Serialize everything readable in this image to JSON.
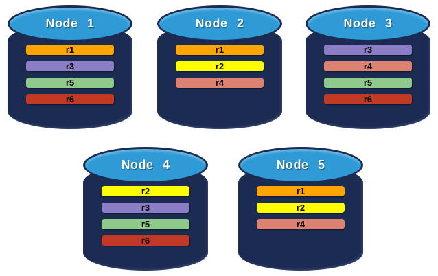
{
  "diagram": {
    "description": "Five database node cylinders showing replicated record placement",
    "colors": {
      "background": "#ffffff",
      "cylinder_body": "#1C2B51",
      "cylinder_top": "#2E9AD6",
      "node_label_text": "#ffffff",
      "record_label_text": "#000000",
      "record_r1": "#FFA500",
      "record_r2": "#FEFE00",
      "record_r3": "#8C7EC6",
      "record_r4": "#DD8170",
      "record_r5": "#8FC98C",
      "record_r6": "#C23A25"
    },
    "nodes": [
      {
        "label": "Node 1",
        "records": [
          {
            "label": "r1",
            "color": "#FFA500"
          },
          {
            "label": "r3",
            "color": "#8C7EC6"
          },
          {
            "label": "r5",
            "color": "#8FC98C"
          },
          {
            "label": "r6",
            "color": "#C23A25"
          }
        ]
      },
      {
        "label": "Node 2",
        "records": [
          {
            "label": "r1",
            "color": "#FFA500"
          },
          {
            "label": "r2",
            "color": "#FEFE00"
          },
          {
            "label": "r4",
            "color": "#DD8170"
          }
        ]
      },
      {
        "label": "Node 3",
        "records": [
          {
            "label": "r3",
            "color": "#8C7EC6"
          },
          {
            "label": "r4",
            "color": "#DD8170"
          },
          {
            "label": "r5",
            "color": "#8FC98C"
          },
          {
            "label": "r6",
            "color": "#C23A25"
          }
        ]
      },
      {
        "label": "Node 4",
        "records": [
          {
            "label": "r2",
            "color": "#FEFE00"
          },
          {
            "label": "r3",
            "color": "#8C7EC6"
          },
          {
            "label": "r5",
            "color": "#8FC98C"
          },
          {
            "label": "r6",
            "color": "#C23A25"
          }
        ]
      },
      {
        "label": "Node 5",
        "records": [
          {
            "label": "r1",
            "color": "#FFA500"
          },
          {
            "label": "r2",
            "color": "#FEFE00"
          },
          {
            "label": "r4",
            "color": "#DD8170"
          }
        ]
      }
    ]
  }
}
